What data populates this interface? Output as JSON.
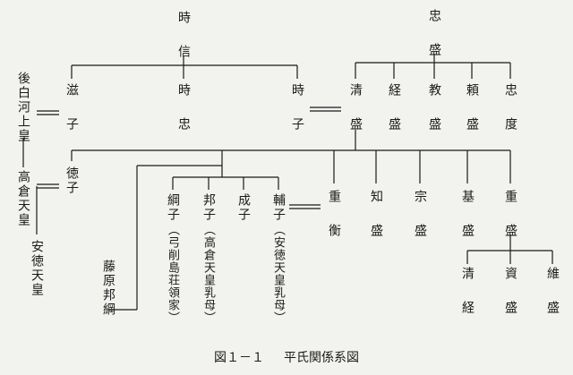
{
  "diagram": {
    "caption": {
      "figure": "図１－１",
      "title": "平氏関係系図"
    },
    "people": {
      "tokinobu": "時信",
      "tadamori": "忠盛",
      "goshirakawa": "後白河上皇",
      "shigeko": "滋子",
      "tokitada": "時忠",
      "tokiko": "時子",
      "kiyomori": "清盛",
      "tsunemori": "経盛",
      "norimori": "教盛",
      "yorimori": "頼盛",
      "tadanori": "忠度",
      "takakura": "高倉天皇",
      "tokuko": "徳子",
      "antoku": "安徳天皇",
      "fujiwara_kunitsuna": "藤原邦綱",
      "tsunako": "綱子",
      "kuniko": "邦子",
      "shigeko2": "成子",
      "sukeko": "輔子",
      "shigehira": "重衡",
      "tomomori": "知盛",
      "munemori": "宗盛",
      "motomori": "基盛",
      "shigemori": "重盛",
      "kiyotsune": "清経",
      "sukemori": "資盛",
      "koremori": "維盛"
    },
    "notes": {
      "tsunako_note": "（弓削島荘領家）",
      "kuniko_note": "（高倉天皇乳母）",
      "sukeko_note": "（安徳天皇乳母）"
    }
  }
}
